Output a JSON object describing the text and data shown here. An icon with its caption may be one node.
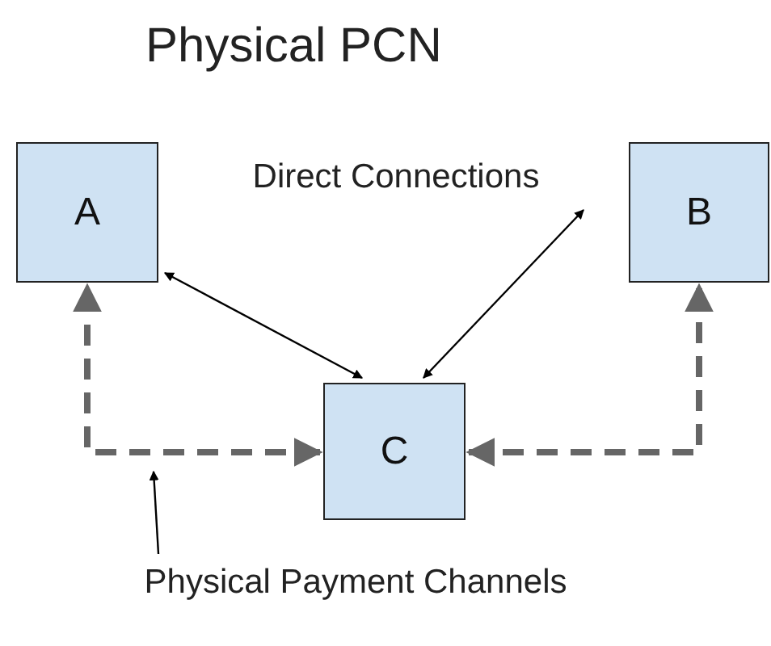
{
  "diagram": {
    "title": "Physical PCN",
    "nodes": [
      {
        "text": [
          "A"
        ]
      },
      {
        "text": [
          "B"
        ]
      },
      {
        "text": [
          "C"
        ]
      },
      {
        "text": [
          "Physical Payment Channels"
        ]
      }
    ],
    "edges": [
      {
        "from": 0,
        "to": 2,
        "arrow": "both"
      },
      {
        "from": 1,
        "to": 2,
        "arrow": "both"
      },
      {
        "from": 2,
        "to": 0,
        "arrow": "both",
        "style": "dashed",
        "color": "#666666"
      },
      {
        "from": 2,
        "to": 1,
        "arrow": "both",
        "style": "dashed",
        "color": "#666666"
      },
      {
        "from": 3,
        "to": null,
        "arrow": "to"
      }
    ],
    "labels": [
      "Direct Connections"
    ]
  }
}
